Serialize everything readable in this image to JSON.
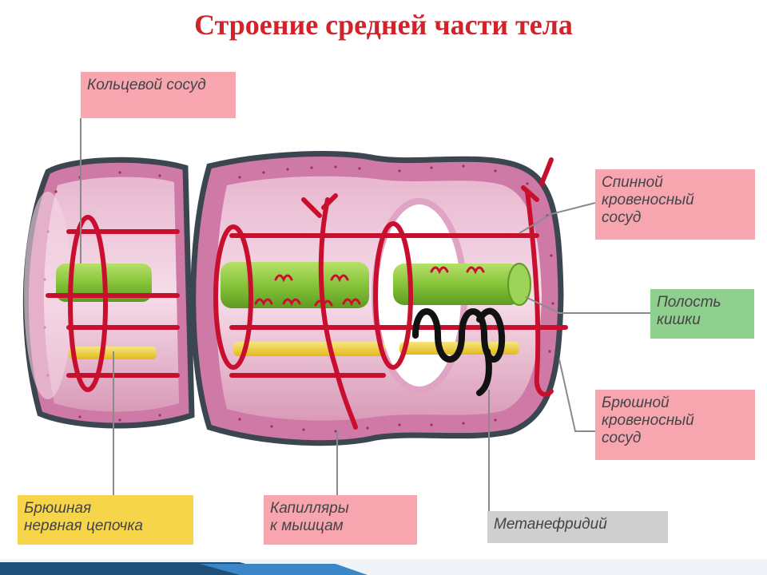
{
  "title": "Строение средней части тела",
  "labels": {
    "ring_vessel": [
      "Кольцевой сосуд"
    ],
    "dorsal_vessel": [
      "Спинной",
      "кровеносный",
      "сосуд"
    ],
    "gut_cavity": [
      "Полость",
      "кишки"
    ],
    "ventral_vessel": [
      "Брюшной",
      "кровеносный",
      "сосуд"
    ],
    "nerve_chain": [
      "Брюшная",
      "нервная цепочка"
    ],
    "capillaries": [
      "Капилляры",
      "к мышцам"
    ],
    "metanephridium": [
      "Метанефридий"
    ]
  },
  "colors": {
    "title": "#d2232a",
    "pink_box": "#f7a6b0",
    "green_box": "#8fd08f",
    "yellow_box": "#f7d54a",
    "gray_box": "#cfcfcf",
    "vessel": "#c8102e",
    "gut": "#8cc63f",
    "nerve": "#f2d32c"
  }
}
